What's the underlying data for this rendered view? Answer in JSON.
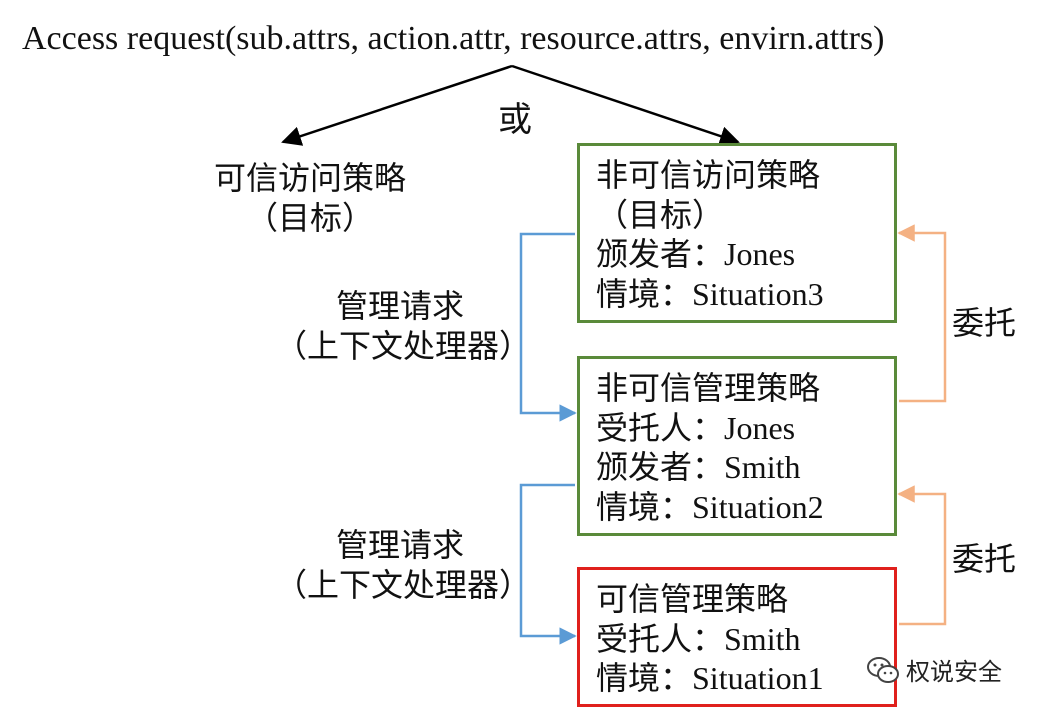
{
  "request": {
    "text": "Access request(sub.attrs, action.attr, resource.attrs, envirn.attrs)"
  },
  "connector": {
    "or": "或"
  },
  "trusted_access": {
    "lines": [
      "可信访问策略",
      "（目标）"
    ]
  },
  "untrusted_access": {
    "lines": [
      "非可信访问策略",
      "（目标）",
      "颁发者：Jones",
      "情境：Situation3"
    ]
  },
  "untrusted_admin": {
    "lines": [
      "非可信管理策略",
      "受托人：Jones",
      "颁发者：Smith",
      "情境：Situation2"
    ]
  },
  "trusted_admin": {
    "lines": [
      "可信管理策略",
      "受托人：Smith",
      "情境：Situation1"
    ]
  },
  "admin_request_upper": {
    "lines": [
      "管理请求",
      "（上下文处理器）"
    ]
  },
  "admin_request_lower": {
    "lines": [
      "管理请求",
      "（上下文处理器）"
    ]
  },
  "delegation_upper": {
    "label": "委托"
  },
  "delegation_lower": {
    "label": "委托"
  },
  "watermark": {
    "text": "权说安全",
    "icon": "wechat-icon"
  },
  "colors": {
    "untrusted_border": "#5a8a3a",
    "trusted_admin_border": "#e0201c",
    "admin_request_link": "#5b9bd5",
    "delegation_link": "#f4b183",
    "request_arrow": "#000000"
  }
}
